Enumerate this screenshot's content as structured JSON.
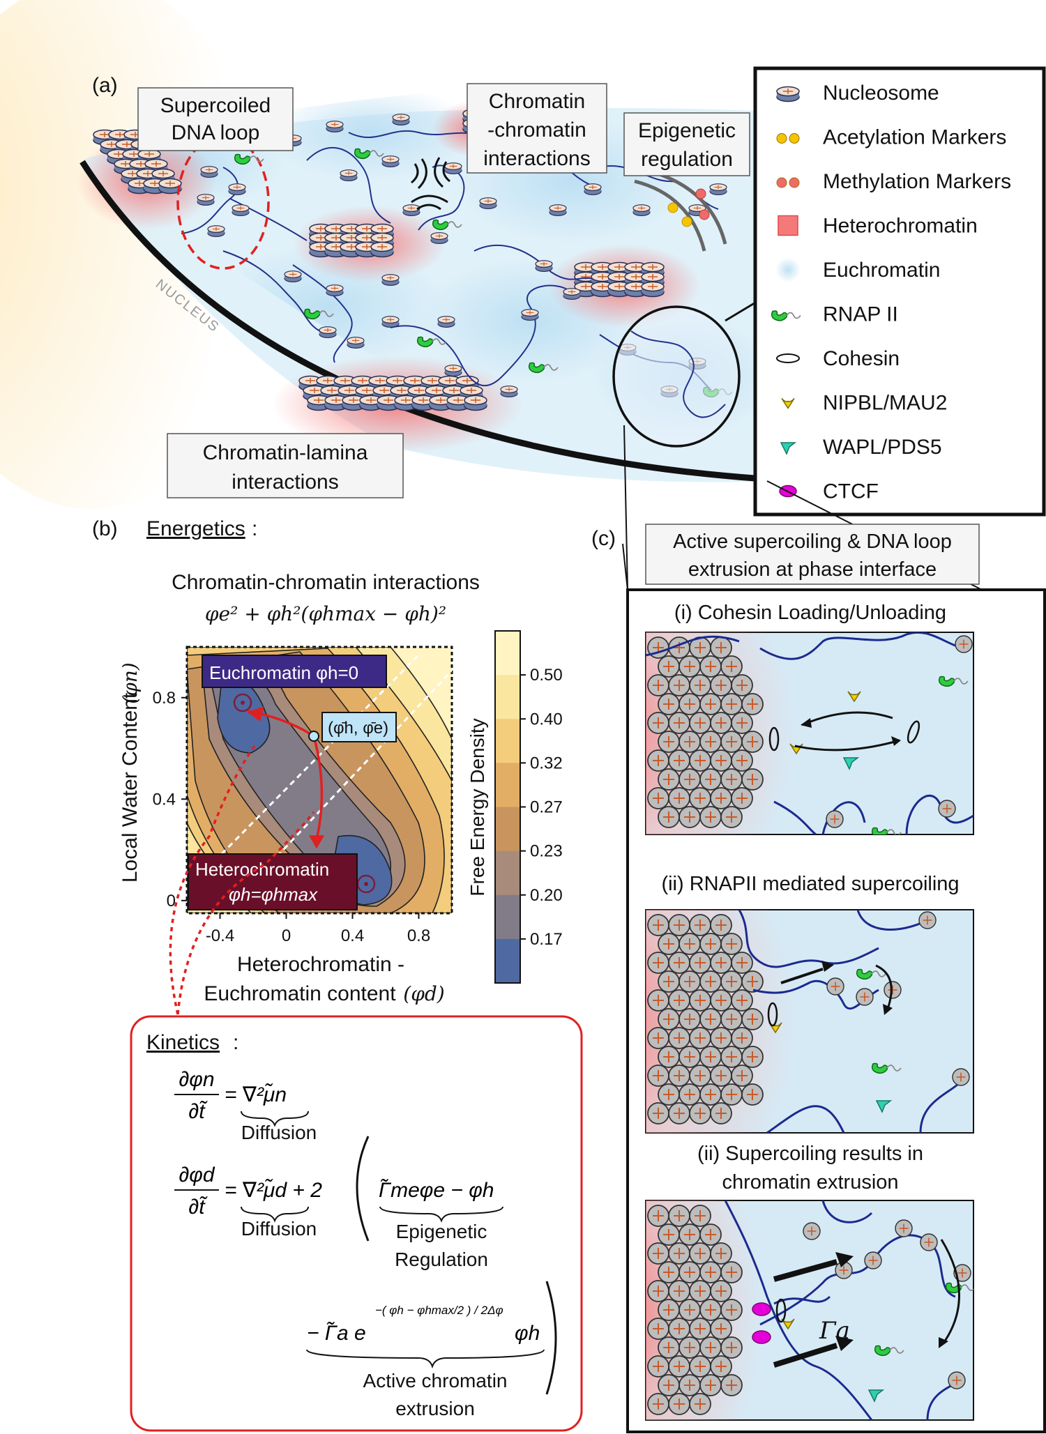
{
  "panel_labels": {
    "a": "(a)",
    "b": "(b)",
    "c": "(c)"
  },
  "panel_a": {
    "callouts": {
      "supercoiled": [
        "Supercoiled",
        "DNA loop"
      ],
      "chromatin_chromatin": [
        "Chromatin",
        "-chromatin",
        "interactions"
      ],
      "epigenetic": [
        "Epigenetic",
        "regulation"
      ],
      "lamina": [
        "Chromatin-lamina",
        "interactions"
      ]
    },
    "nucleus_label": "NUCLEUS"
  },
  "legend": [
    {
      "label": "Nucleosome",
      "icon": "nucleosome-icon"
    },
    {
      "label": "Acetylation Markers",
      "icon": "acetylation-icon",
      "color": "#f5c400"
    },
    {
      "label": "Methylation Markers",
      "icon": "methylation-icon",
      "color": "#f06a6a"
    },
    {
      "label": "Heterochromatin",
      "icon": "heterochromatin-icon",
      "color": "#f47a7a"
    },
    {
      "label": "Euchromatin",
      "icon": "euchromatin-icon",
      "color": "#bcdff3"
    },
    {
      "label": "RNAP II",
      "icon": "rnap-icon",
      "color": "#2ecc40"
    },
    {
      "label": "Cohesin",
      "icon": "cohesin-icon"
    },
    {
      "label": "NIPBL/MAU2",
      "icon": "nipbl-icon",
      "color": "#f2d000"
    },
    {
      "label": "WAPL/PDS5",
      "icon": "wapl-icon",
      "color": "#2fd0b0"
    },
    {
      "label": "CTCF",
      "icon": "ctcf-icon",
      "color": "#e600d8"
    }
  ],
  "panel_b": {
    "energetics_heading": "Energetics",
    "energetics_colon": ":",
    "plot_title": "Chromatin-chromatin interactions",
    "free_energy_expr": "φe² + φh²(φhmax − φh)²",
    "plot": {
      "xlabel": [
        "Heterochromatin -",
        "Euchromatin content"
      ],
      "xlabel_symbol": "(φd)",
      "ylabel": "Local Water Content",
      "ylabel_symbol": "(φn)",
      "xticks": [
        "-0.4",
        "0",
        "0.4",
        "0.8"
      ],
      "yticks": [
        "0",
        "0.4",
        "0.8"
      ],
      "colorbar_label": "Free Energy Density",
      "colorbar_ticks": [
        "0.50",
        "0.40",
        "0.32",
        "0.27",
        "0.23",
        "0.20",
        "0.17"
      ],
      "colorbar_colors": [
        "#fff4c2",
        "#fbe6a0",
        "#f3cd7c",
        "#e2ae66",
        "#c9955e",
        "#a98b7b",
        "#827c89",
        "#4f6aa2"
      ],
      "euchromatin_label": "Euchromatin φh=0",
      "heterochromatin_label": [
        "Heterochromatin",
        "φh=φhmax"
      ],
      "mean_point_label": "(φ̄h, φ̄e)"
    },
    "kinetics": {
      "heading": "Kinetics",
      "heading_colon": ":",
      "eq1_lhs": [
        "∂φn",
        "∂t̃"
      ],
      "eq1_rhs": "= ∇²μ̃n",
      "eq1_brace": "Diffusion",
      "eq2_lhs": [
        "∂φd",
        "∂t̃"
      ],
      "eq2_rhs": "= ∇²μ̃d + 2",
      "eq2_brace1": "Diffusion",
      "eq2_term2": "Γ̃meφe − φh",
      "eq2_brace2": [
        "Epigenetic",
        "Regulation"
      ],
      "eq3_term": "− Γ̃a e",
      "eq3_exponent": "−( φh − φhmax/2 ) / 2Δφ",
      "eq3_tail": "φh",
      "eq3_brace": [
        "Active chromatin",
        "extrusion"
      ]
    }
  },
  "panel_c": {
    "header": [
      "Active supercoiling & DNA loop",
      "extrusion at phase interface"
    ],
    "sub": [
      {
        "title": "(i) Cohesin Loading/Unloading"
      },
      {
        "title": "(ii) RNAPII mediated supercoiling"
      },
      {
        "title": [
          "(ii) Supercoiling results in",
          "chromatin extrusion"
        ],
        "rate_label": "Γa"
      }
    ]
  }
}
